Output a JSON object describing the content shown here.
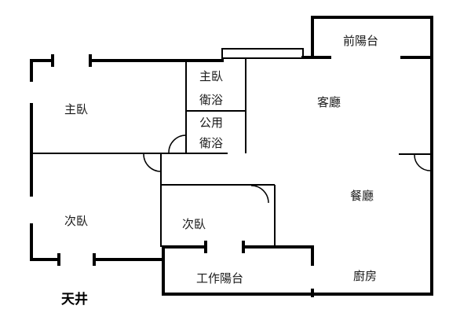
{
  "rooms": {
    "front_balcony": "前陽台",
    "master_bedroom": "主臥",
    "master_bath_1": "主臥",
    "master_bath_2": "衛浴",
    "living_room": "客廳",
    "public_bath_1": "公用",
    "public_bath_2": "衛浴",
    "dining_room": "餐廳",
    "second_bedroom_left": "次臥",
    "second_bedroom_center": "次臥",
    "utility_balcony": "工作陽台",
    "kitchen": "廚房",
    "light_well": "天井"
  }
}
